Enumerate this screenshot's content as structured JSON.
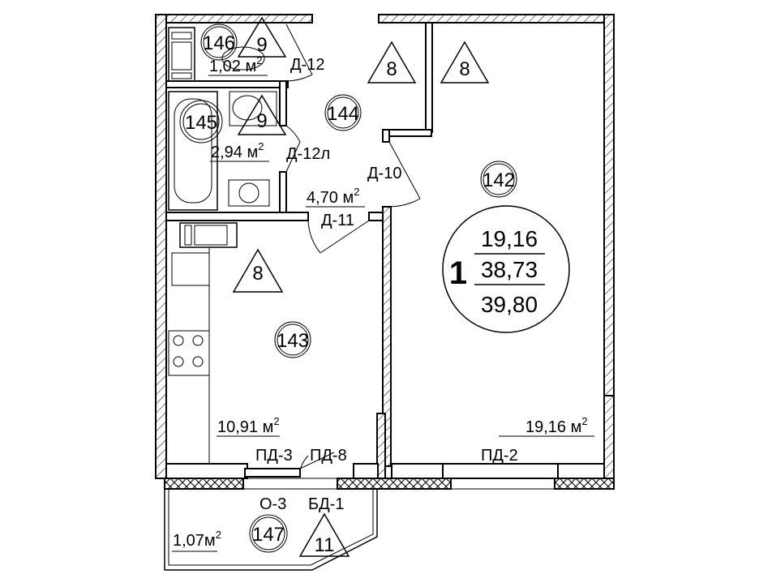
{
  "rooms": [
    {
      "id": "146",
      "area": "1,02 м",
      "triangle": "9"
    },
    {
      "id": "145",
      "area": "2,94 м",
      "triangle": "9"
    },
    {
      "id": "144",
      "area": "4,70 м",
      "triangle": "8"
    },
    {
      "id": "143",
      "area": "10,91 м",
      "triangle": "8"
    },
    {
      "id": "142",
      "area": "19,16 м",
      "triangle": "8"
    },
    {
      "id": "147",
      "area": "1,07м",
      "triangle": "11"
    }
  ],
  "sup": "2",
  "doors": [
    "Д-12",
    "Д-12л",
    "Д-10",
    "Д-11",
    "ПД-3",
    "ПД-8",
    "ПД-2",
    "О-3",
    "БД-1"
  ],
  "summary": {
    "rooms_count": "1",
    "living": "19,16",
    "total": "38,73",
    "total_with_balcony": "39,80"
  }
}
